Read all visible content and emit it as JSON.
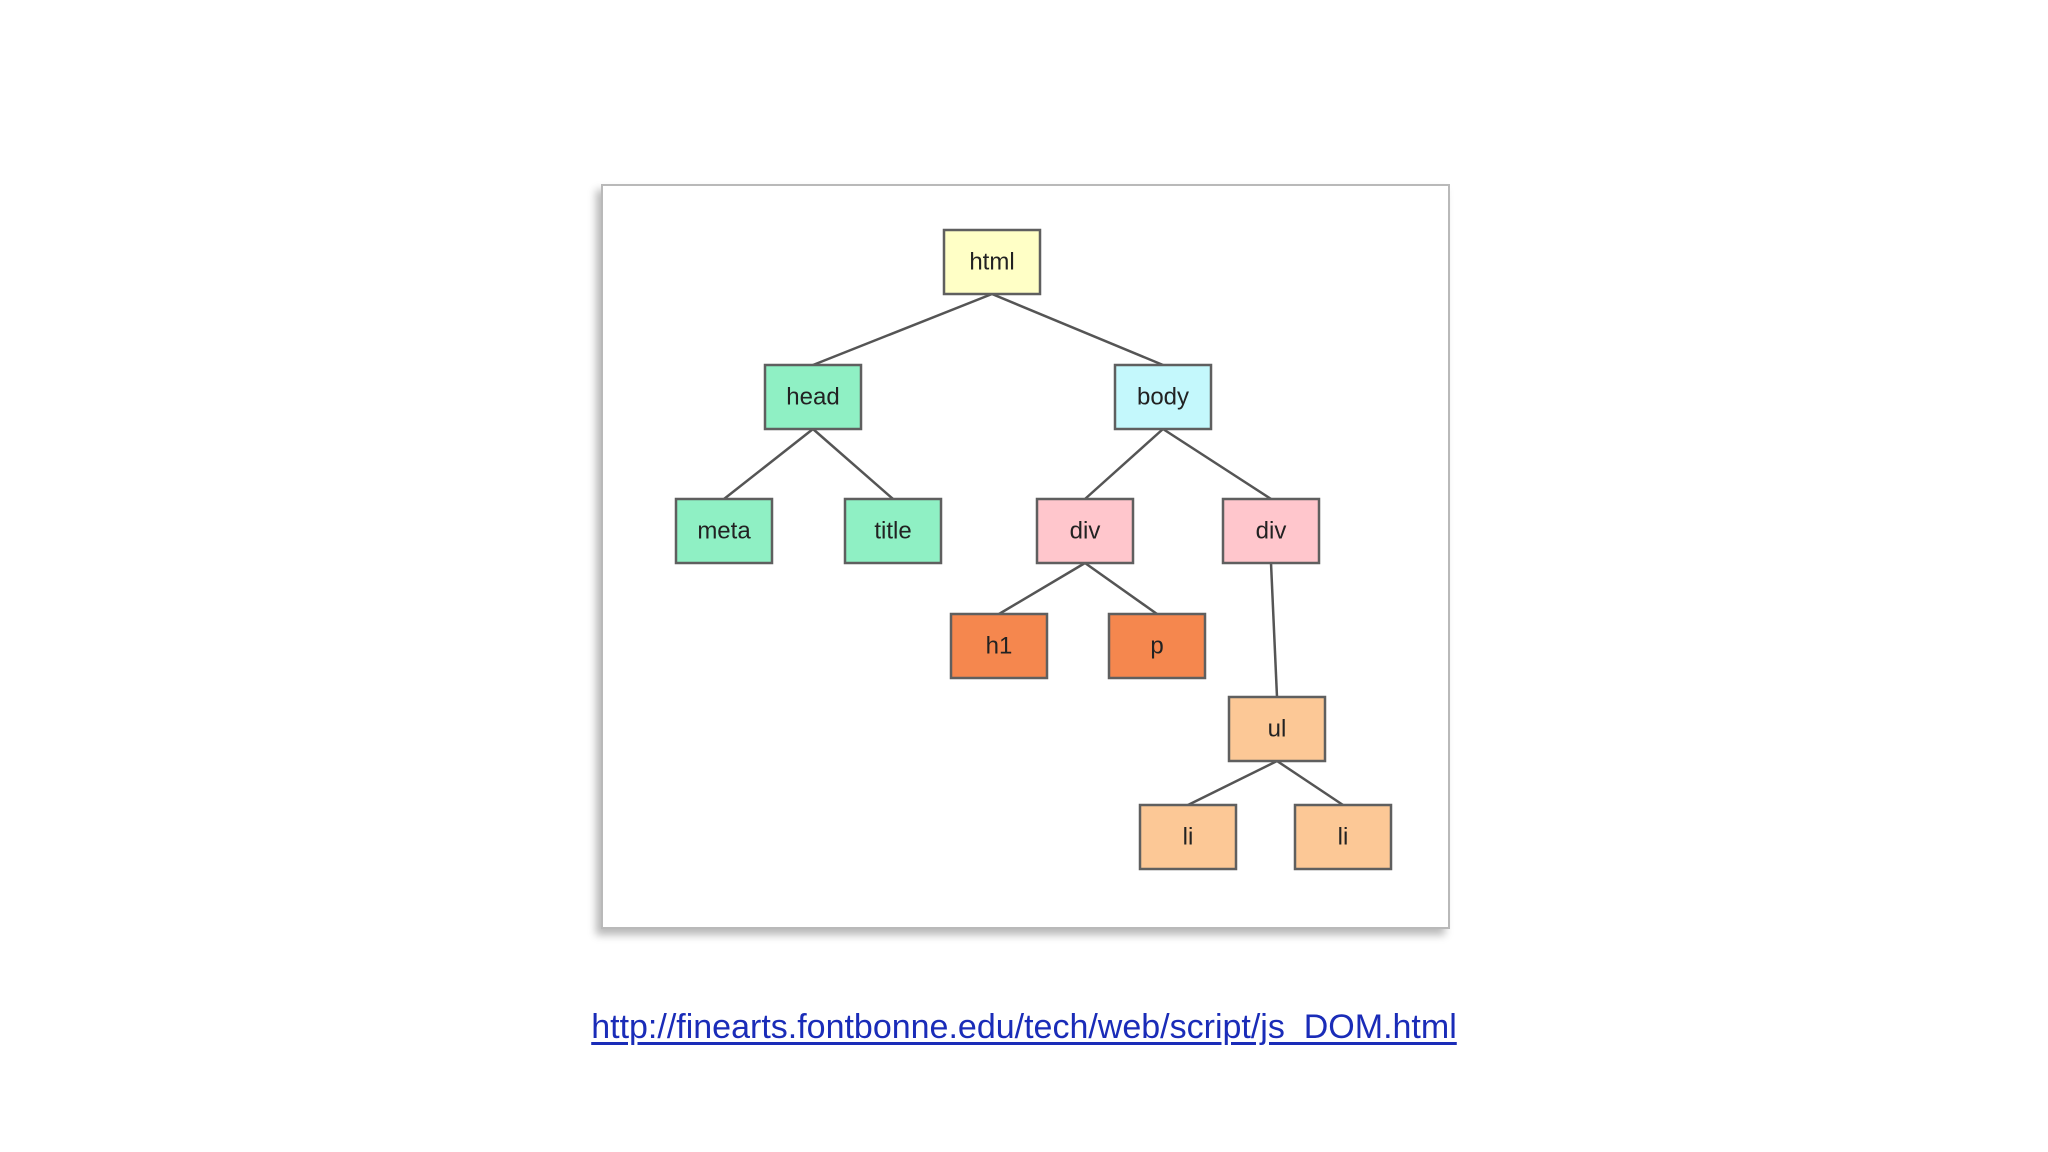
{
  "diagram": {
    "nodes": [
      {
        "id": "html",
        "label": "html",
        "color": "#ffffc6"
      },
      {
        "id": "head",
        "label": "head",
        "color": "#8ff0c4"
      },
      {
        "id": "body",
        "label": "body",
        "color": "#c4f8fc"
      },
      {
        "id": "meta",
        "label": "meta",
        "color": "#8ff0c4"
      },
      {
        "id": "title",
        "label": "title",
        "color": "#8ff0c4"
      },
      {
        "id": "div1",
        "label": "div",
        "color": "#ffc6cc"
      },
      {
        "id": "div2",
        "label": "div",
        "color": "#ffc6cc"
      },
      {
        "id": "h1",
        "label": "h1",
        "color": "#f5874e"
      },
      {
        "id": "p",
        "label": "p",
        "color": "#f5874e"
      },
      {
        "id": "ul",
        "label": "ul",
        "color": "#fcc896"
      },
      {
        "id": "li1",
        "label": "li",
        "color": "#fcc896"
      },
      {
        "id": "li2",
        "label": "li",
        "color": "#fcc896"
      }
    ],
    "edges": [
      [
        "html",
        "head"
      ],
      [
        "html",
        "body"
      ],
      [
        "head",
        "meta"
      ],
      [
        "head",
        "title"
      ],
      [
        "body",
        "div1"
      ],
      [
        "body",
        "div2"
      ],
      [
        "div1",
        "h1"
      ],
      [
        "div1",
        "p"
      ],
      [
        "div2",
        "ul"
      ],
      [
        "ul",
        "li1"
      ],
      [
        "ul",
        "li2"
      ]
    ]
  },
  "link": {
    "text": "http://finearts.fontbonne.edu/tech/web/script/js_DOM.html",
    "color": "#1a2cb8"
  }
}
